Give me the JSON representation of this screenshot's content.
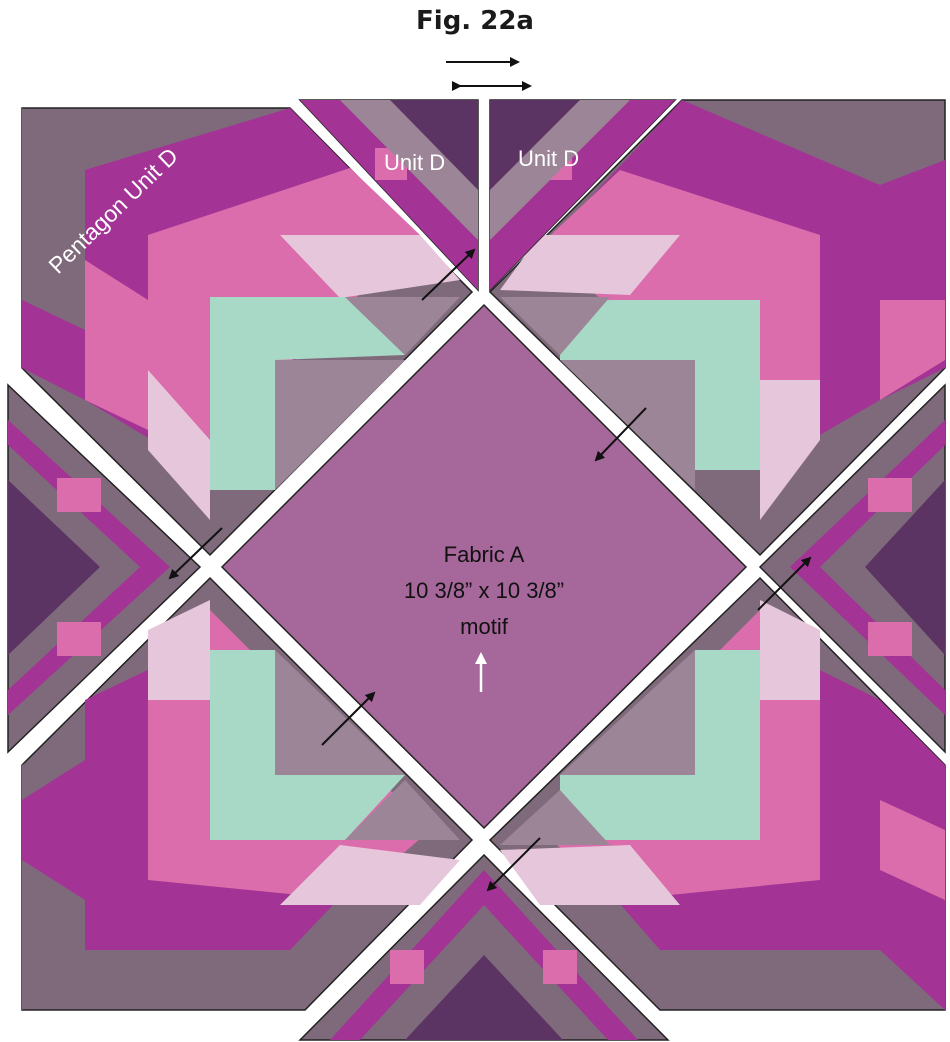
{
  "figure_title": "Fig. 22a",
  "labels": {
    "pentagon_unit": "Pentagon Unit D",
    "unit_d_left": "Unit D",
    "unit_d_right": "Unit D",
    "center_line1": "Fabric A",
    "center_line2": "10 3/8” x 10 3/8”",
    "center_line3": "motif"
  },
  "colors": {
    "magenta": "#a33394",
    "pink": "#dc6dac",
    "light_pink": "#e6c6da",
    "mint": "#a8d8c6",
    "mauve_gray": "#9b8597",
    "dark_gray": "#7f6a7c",
    "plum": "#5c3464",
    "center_purple": "#a6679a",
    "arrow_dark": "#111111",
    "arrow_light": "#ffffff"
  },
  "icons": [
    "arrow-icon",
    "double-arrow-icon",
    "up-arrow-icon"
  ]
}
